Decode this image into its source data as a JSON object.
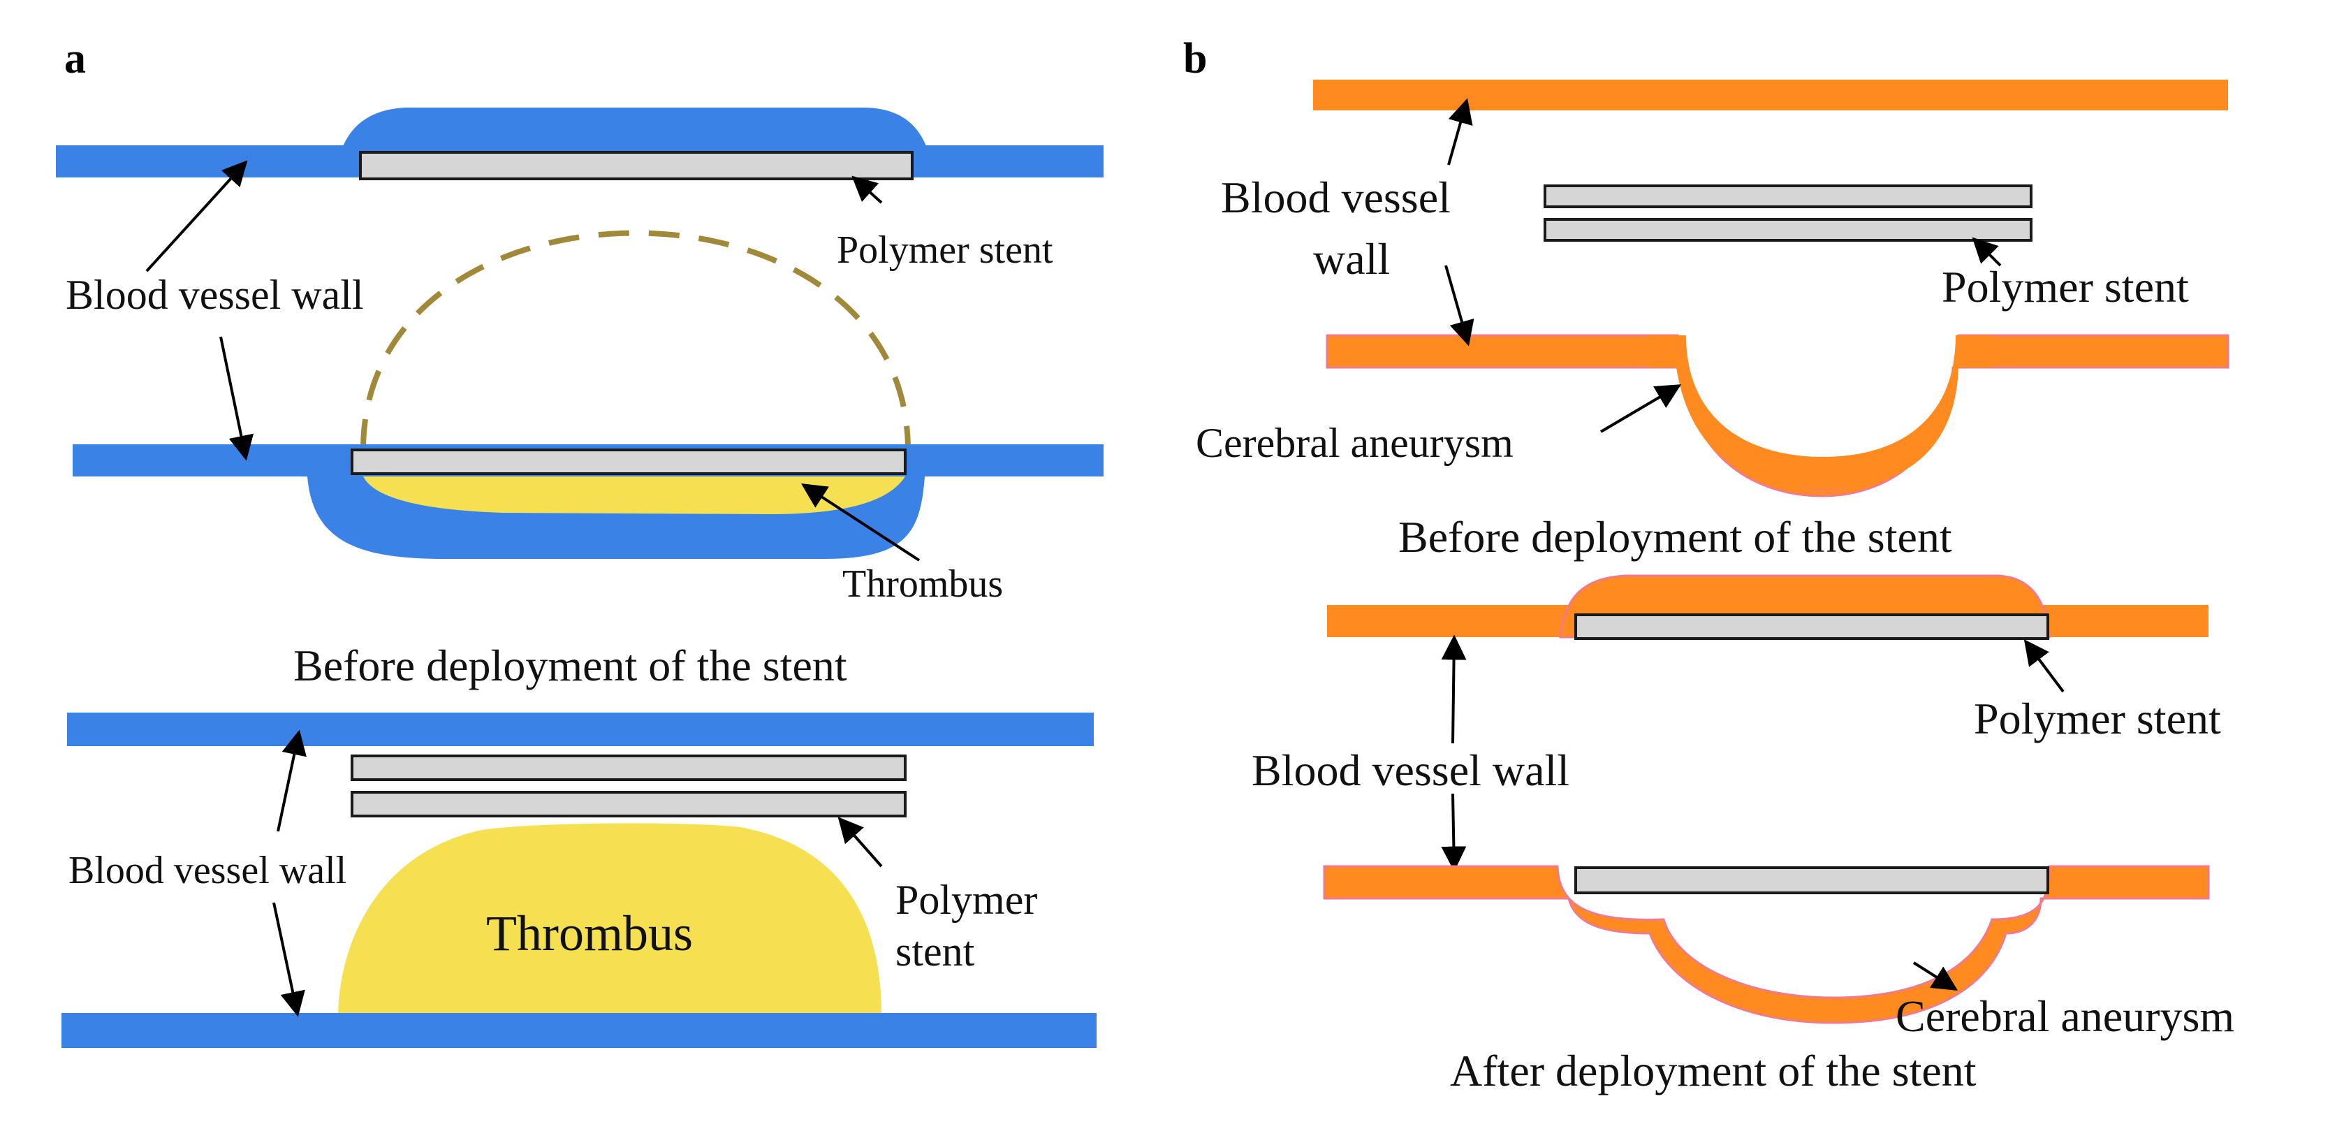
{
  "colors": {
    "vessel_blue": "#3b82e6",
    "vessel_orange": "#ff8a1f",
    "vessel_orange_edge": "#f07a8c",
    "thrombus_yellow": "#f5e052",
    "stent_fill": "#d6d6d6",
    "stent_stroke": "#1a1a1a",
    "dashed_outline": "#a08a3a"
  },
  "panel_a": {
    "letter": "a",
    "top": {
      "blood_vessel_wall": "Blood vessel wall",
      "polymer_stent": "Polymer stent",
      "thrombus": "Thrombus"
    },
    "caption": "Before deployment of the stent",
    "bottom": {
      "blood_vessel_wall": "Blood vessel wall",
      "thrombus": "Thrombus",
      "polymer_stent_line1": "Polymer",
      "polymer_stent_line2": "stent"
    }
  },
  "panel_b": {
    "letter": "b",
    "top": {
      "blood_vessel_wall_line1": "Blood vessel",
      "blood_vessel_wall_line2": "wall",
      "polymer_stent": "Polymer stent",
      "cerebral_aneurysm": "Cerebral aneurysm"
    },
    "caption_top": "Before deployment of the stent",
    "bottom": {
      "polymer_stent": "Polymer stent",
      "blood_vessel_wall": "Blood vessel wall",
      "cerebral_aneurysm": "Cerebral aneurysm"
    },
    "caption_bottom": "After deployment of the stent"
  }
}
